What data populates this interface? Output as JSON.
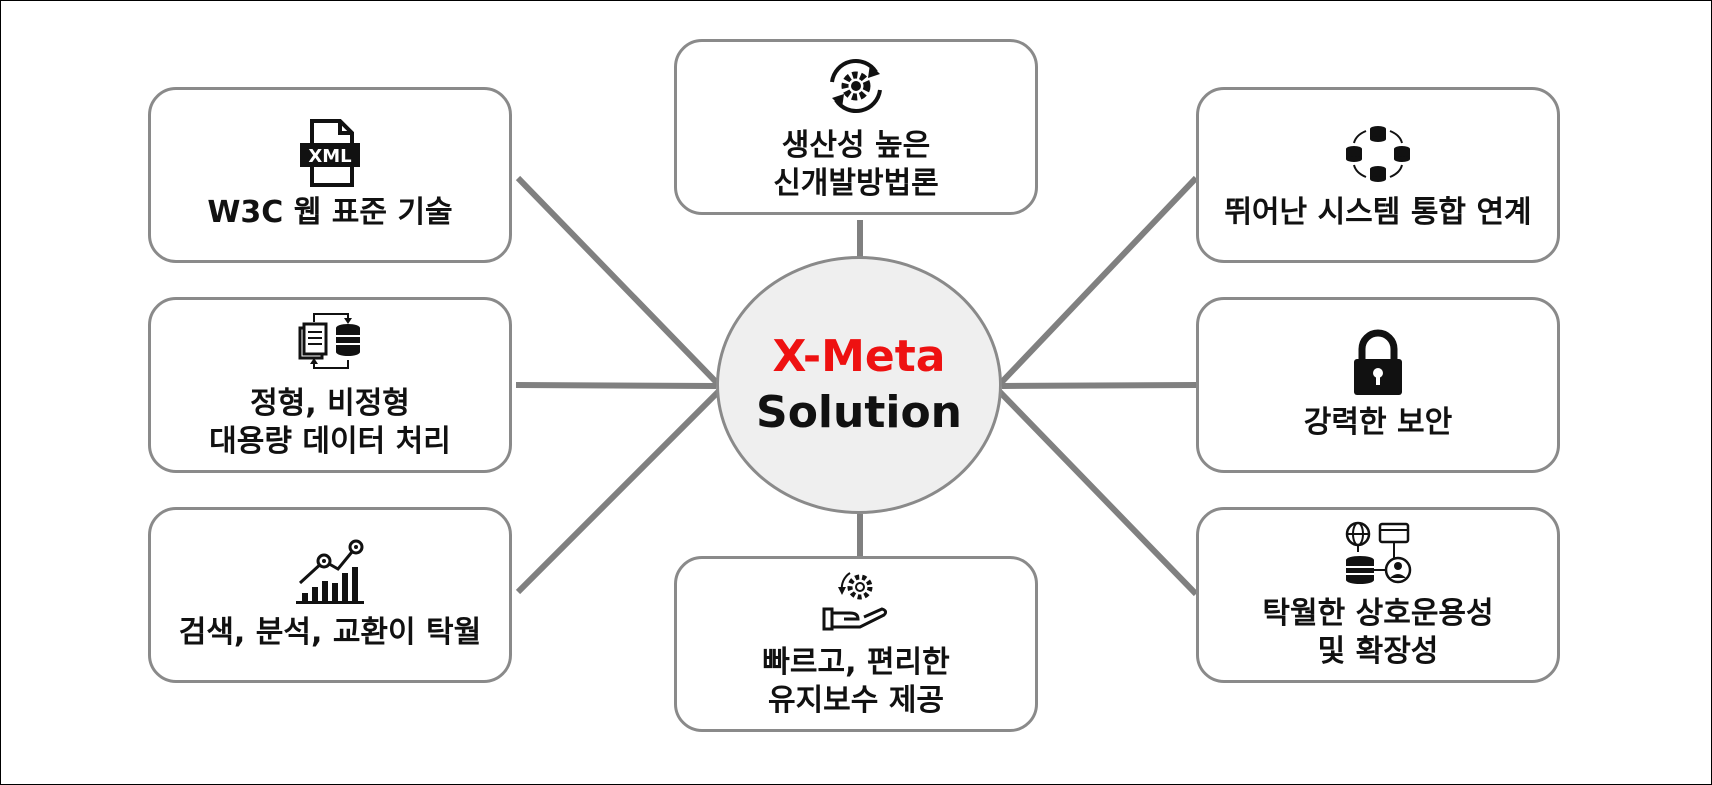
{
  "colors": {
    "accent": "#ee1111",
    "border": "#8a8a8a",
    "hub_fill": "#efefef"
  },
  "hub": {
    "line1": "X-Meta",
    "line2": "Solution"
  },
  "features": [
    {
      "id": "w3c",
      "icon": "xml-file-icon",
      "lines": [
        "W3C 웹 표준 기술"
      ]
    },
    {
      "id": "productivity",
      "icon": "gear-cycle-icon",
      "lines": [
        "생산성 높은",
        "신개발방법론"
      ]
    },
    {
      "id": "integration",
      "icon": "database-network-icon",
      "lines": [
        "뛰어난 시스템 통합 연계"
      ]
    },
    {
      "id": "data",
      "icon": "document-database-icon",
      "lines": [
        "정형, 비정형",
        "대용량 데이터 처리"
      ]
    },
    {
      "id": "security",
      "icon": "padlock-icon",
      "lines": [
        "강력한 보안"
      ]
    },
    {
      "id": "search",
      "icon": "growth-chart-icon",
      "lines": [
        "검색, 분석, 교환이 탁월"
      ]
    },
    {
      "id": "maintenance",
      "icon": "gear-hand-icon",
      "lines": [
        "빠르고, 편리한",
        "유지보수 제공"
      ]
    },
    {
      "id": "interop",
      "icon": "globe-database-icon",
      "lines": [
        "탁월한 상호운용성",
        "및 확장성"
      ]
    }
  ]
}
